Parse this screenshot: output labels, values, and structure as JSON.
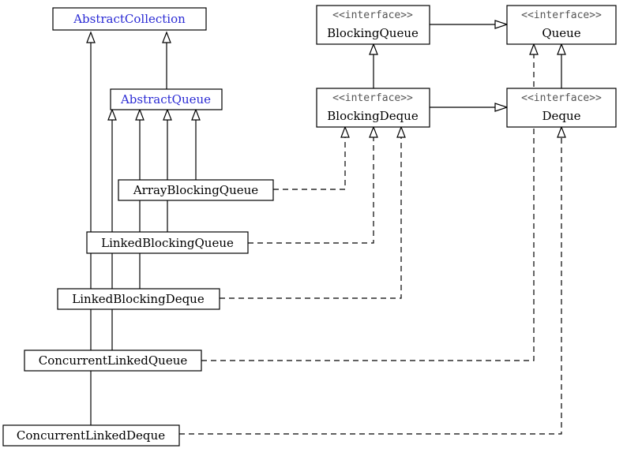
{
  "diagram": {
    "nodes": {
      "abstract_collection": {
        "name": "AbstractCollection"
      },
      "abstract_queue": {
        "name": "AbstractQueue"
      },
      "blocking_queue": {
        "stereotype": "<<interface>>",
        "name": "BlockingQueue"
      },
      "queue": {
        "stereotype": "<<interface>>",
        "name": "Queue"
      },
      "blocking_deque": {
        "stereotype": "<<interface>>",
        "name": "BlockingDeque"
      },
      "deque": {
        "stereotype": "<<interface>>",
        "name": "Deque"
      },
      "array_blocking_queue": {
        "name": "ArrayBlockingQueue"
      },
      "linked_blocking_queue": {
        "name": "LinkedBlockingQueue"
      },
      "linked_blocking_deque": {
        "name": "LinkedBlockingDeque"
      },
      "concurrent_linked_queue": {
        "name": "ConcurrentLinkedQueue"
      },
      "concurrent_linked_deque": {
        "name": "ConcurrentLinkedDeque"
      }
    },
    "colors": {
      "abstract_class_text": "#2a2ad4",
      "stereotype_text": "#555555",
      "line": "#000000"
    }
  }
}
